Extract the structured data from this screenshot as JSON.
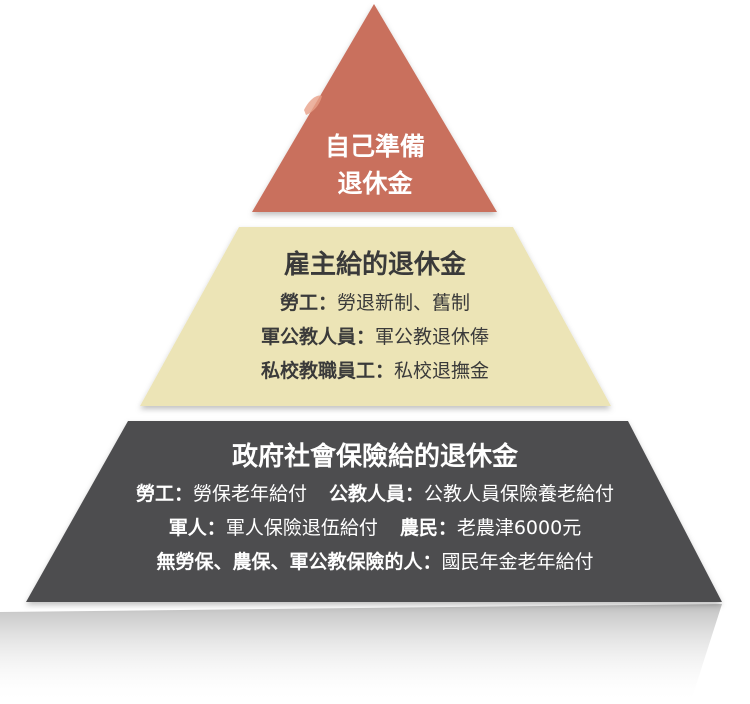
{
  "colors": {
    "top": "#c96f5d",
    "middle": "#ece4b6",
    "bottom": "#4e4e50"
  },
  "top": {
    "line1": "自己準備",
    "line2": "退休金"
  },
  "middle": {
    "title": "雇主給的退休金",
    "rows": [
      {
        "label": "勞工：",
        "text": "勞退新制、舊制"
      },
      {
        "label": "軍公教人員：",
        "text": "軍公教退休俸"
      },
      {
        "label": "私校教職員工：",
        "text": "私校退撫金"
      }
    ]
  },
  "bottom": {
    "title": "政府社會保險給的退休金",
    "rows": [
      {
        "a_label": "勞工：",
        "a_text": "勞保老年給付",
        "b_label": "公教人員：",
        "b_text": "公教人員保險養老給付"
      },
      {
        "a_label": "軍人：",
        "a_text": "軍人保險退伍給付",
        "b_label": "農民：",
        "b_text": "老農津6000元"
      },
      {
        "a_label": "無勞保、農保、軍公教保險的人：",
        "a_text": "國民年金老年給付"
      }
    ]
  }
}
